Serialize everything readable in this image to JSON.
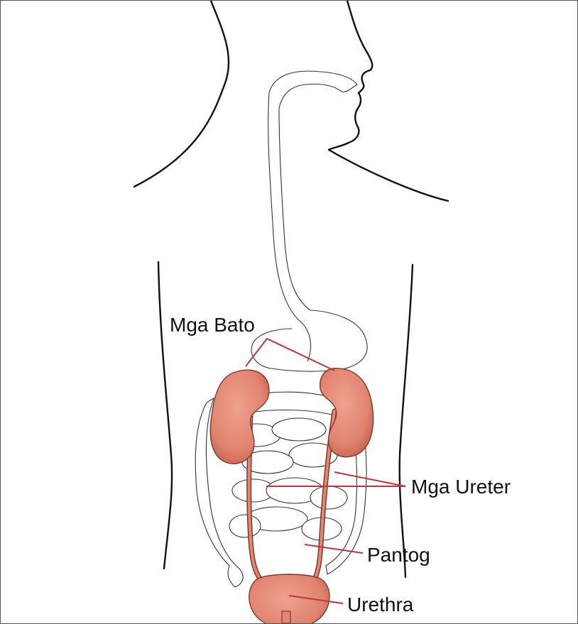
{
  "labels": {
    "kidneys": "Mga Bato",
    "ureters": "Mga Ureter",
    "bladder": "Pantog",
    "urethra": "Urethra"
  },
  "colors": {
    "organ_fill": "#e38672",
    "organ_stroke": "#7a3a30",
    "leader_line": "#c8323c",
    "body_outline": "#111111"
  }
}
